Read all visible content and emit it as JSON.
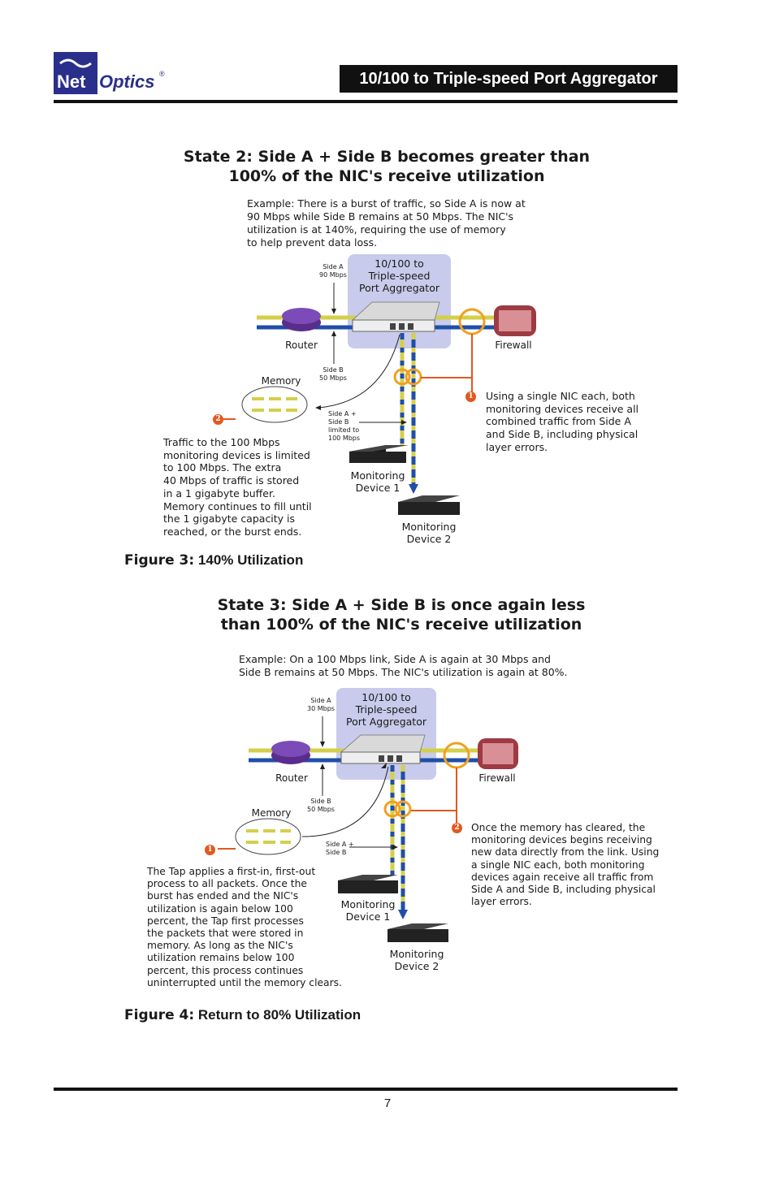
{
  "header": {
    "logo_net": "Net",
    "logo_optics": "Optics",
    "logo_reg": "®",
    "title": "10/100 to Triple-speed Port Aggregator"
  },
  "figure3": {
    "heading_line1": "State 2: Side A + Side B becomes greater than",
    "heading_line2": "100% of the NIC's receive utilization",
    "example": [
      "Example: There is a burst of traffic, so Side A is now at",
      "90 Mbps while Side B remains at 50 Mbps. The NIC's",
      "utilization is at 140%, requiring the use of memory",
      "to help prevent data loss."
    ],
    "aggregator_label": [
      "10/100 to",
      "Triple-speed",
      "Port Aggregator"
    ],
    "side_a": [
      "Side A",
      "90 Mbps"
    ],
    "side_b": [
      "Side B",
      "50 Mbps"
    ],
    "combined": [
      "Side A +",
      "Side B",
      "limited to",
      "100 Mbps"
    ],
    "router": "Router",
    "firewall": "Firewall",
    "memory": "Memory",
    "monitor1": [
      "Monitoring",
      "Device 1"
    ],
    "monitor2": [
      "Monitoring",
      "Device 2"
    ],
    "badge1": "1",
    "badge2": "2",
    "note_right": [
      "Using a single NIC each, both",
      "monitoring devices receive all",
      "combined traffic from Side A",
      "and Side B, including physical",
      "layer errors."
    ],
    "note_left": [
      "Traffic to the 100 Mbps",
      "monitoring devices is limited",
      "to 100 Mbps. The extra",
      "40 Mbps of traffic is stored",
      "in a 1 gigabyte buffer.",
      "Memory continues to fill until",
      "the 1 gigabyte capacity is",
      "reached, or the burst ends."
    ],
    "caption_num": "Figure 3:",
    "caption_text": "140% Utilization"
  },
  "figure4": {
    "heading_line1": "State 3: Side A + Side B is once again less",
    "heading_line2": "than 100% of the NIC's receive utilization",
    "example": [
      "Example: On a 100 Mbps link, Side A is again at 30 Mbps and",
      "Side B remains at 50 Mbps. The NIC's utilization is again at 80%."
    ],
    "aggregator_label": [
      "10/100 to",
      "Triple-speed",
      "Port Aggregator"
    ],
    "side_a": [
      "Side A",
      "30 Mbps"
    ],
    "side_b": [
      "Side B",
      "50 Mbps"
    ],
    "combined": [
      "Side A +",
      "Side B"
    ],
    "router": "Router",
    "firewall": "Firewall",
    "memory": "Memory",
    "monitor1": [
      "Monitoring",
      "Device 1"
    ],
    "monitor2": [
      "Monitoring",
      "Device 2"
    ],
    "badge1": "1",
    "badge2": "2",
    "note_right": [
      "Once the memory has cleared, the",
      "monitoring devices begins receiving",
      "new data directly from the link. Using",
      "a single NIC each, both monitoring",
      "devices again receive all traffic from",
      "Side A and Side B, including physical",
      "layer errors."
    ],
    "note_left": [
      "The Tap applies a first-in, first-out",
      "process to all packets. Once the",
      "burst has ended and the NIC's",
      "utilization is again below 100",
      "percent, the Tap first processes",
      "the packets that were stored in",
      "memory. As long as the NIC's",
      "utilization remains below 100",
      "percent, this process continues",
      "uninterrupted until the memory clears."
    ],
    "caption_num": "Figure 4:",
    "caption_text": "Return to 80% Utilization"
  },
  "footer": {
    "page_number": "7"
  },
  "colors": {
    "blue_link": "#1f4fa8",
    "yellow_link": "#d4cf4a",
    "aggregator_bg": "#c8cbeb",
    "orange": "#e2581f",
    "circle": "#f0a020"
  }
}
